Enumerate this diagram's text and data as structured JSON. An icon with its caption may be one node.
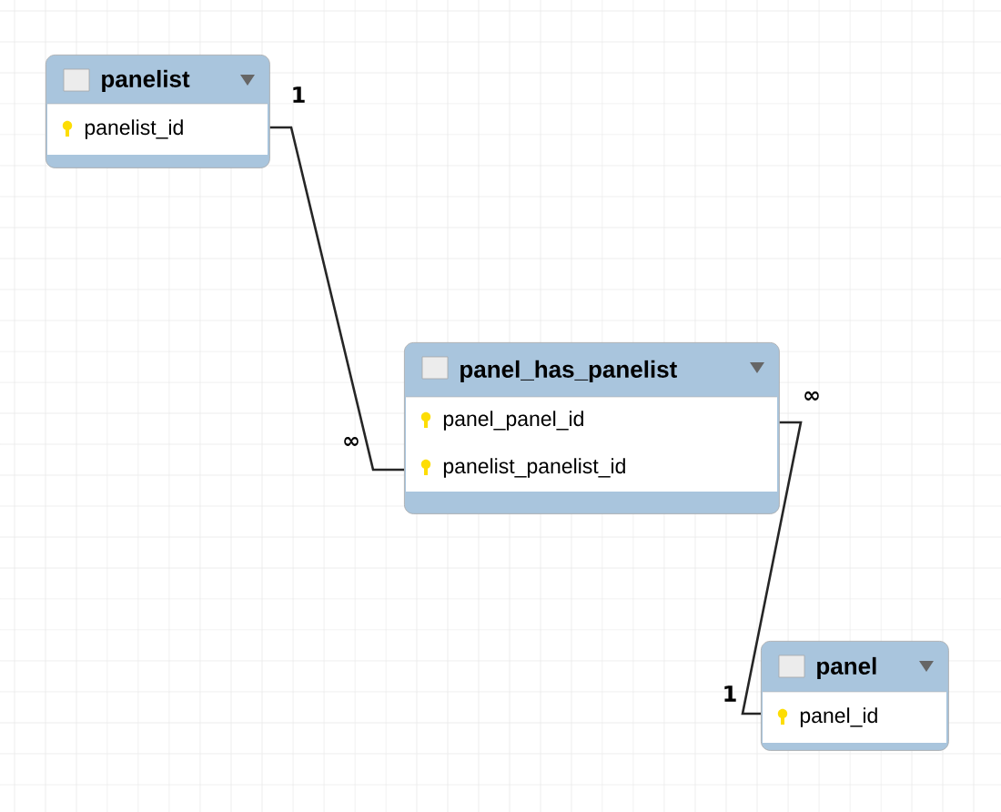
{
  "diagram": {
    "nodes": [
      {
        "text": [
          "panelist",
          "panelist_id"
        ]
      },
      {
        "text": [
          "panel_has_panelist",
          "panel_panel_id",
          "panelist_panelist_id"
        ]
      },
      {
        "text": [
          "panel",
          "panel_id"
        ]
      }
    ],
    "edges": [
      {
        "from": 0,
        "to": 1,
        "arrow": "none"
      },
      {
        "from": 1,
        "to": 2,
        "arrow": "none"
      }
    ],
    "labels": [
      "1",
      "∞",
      "∞",
      "1"
    ]
  }
}
